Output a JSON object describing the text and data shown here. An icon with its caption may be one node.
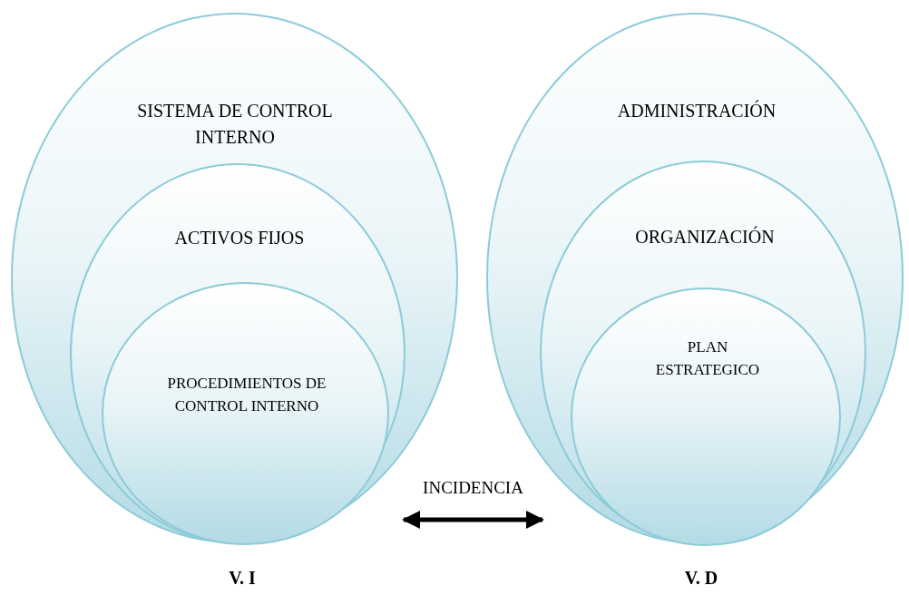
{
  "diagram": {
    "nodes": [
      {
        "text": [
          "SISTEMA DE CONTROL INTERNO"
        ]
      },
      {
        "text": [
          "ACTIVOS FIJOS"
        ],
        "in": 0
      },
      {
        "text": [
          "PROCEDIMIENTOS DE CONTROL INTERNO"
        ],
        "in": 1
      },
      {
        "text": [
          "ADMINISTRACIÓN"
        ]
      },
      {
        "text": [
          "ORGANIZACIÓN"
        ],
        "in": 3
      },
      {
        "text": [
          "PLAN ESTRATEGICO"
        ],
        "in": 4
      }
    ],
    "edges": [
      {
        "from": 0,
        "to": 3,
        "arrow": "both",
        "label": "INCIDENCIA"
      }
    ],
    "labels": [
      "V. I",
      "V. D"
    ]
  }
}
